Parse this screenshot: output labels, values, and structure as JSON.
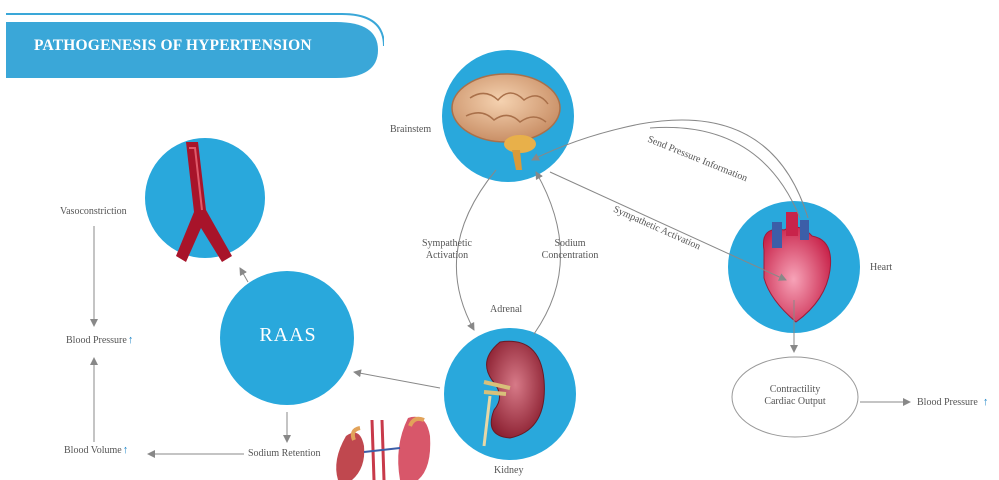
{
  "title": "PATHOGENESIS OF HYPERTENSION",
  "colors": {
    "accent": "#29a8dc",
    "banner": "#3aa7d8",
    "arrow": "#888888",
    "up_arrow": "#1e86c8"
  },
  "nodes": {
    "brainstem": "Brainstem",
    "heart": "Heart",
    "adrenal": "Adrenal",
    "kidney": "Kidney",
    "raas": "RAAS",
    "vessel_icon": "blood-vessel-icon",
    "brain_icon": "brain-icon",
    "heart_icon": "heart-icon",
    "kidney_icon": "kidney-icon"
  },
  "labels": {
    "vasoconstriction": "Vasoconstriction",
    "blood_pressure_left": "Blood Pressure",
    "blood_volume": "Blood Volume",
    "sodium_retention": "Sodium Retention",
    "sympathetic_activation_left_1": "Sympathetic",
    "sympathetic_activation_left_2": "Activation",
    "sodium_concentration_1": "Sodium",
    "sodium_concentration_2": "Concentration",
    "send_pressure_information": "Send Pressure Information",
    "sympathetic_activation_right": "Sympathetic Activation",
    "contractility": "Contractility",
    "cardiac_output": "Cardiac Output",
    "blood_pressure_right": "Blood Pressure"
  },
  "indicators": {
    "increase_symbol": "↑"
  }
}
